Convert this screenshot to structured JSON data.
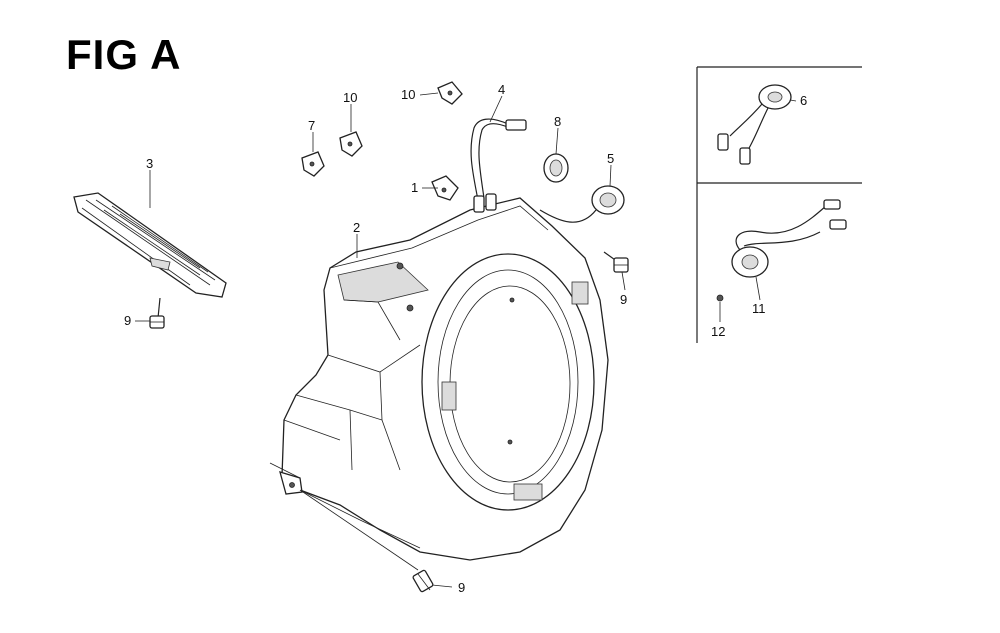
{
  "figure": {
    "title": "FIG A"
  },
  "callouts": {
    "c1": "1",
    "c2": "2",
    "c3": "3",
    "c4": "4",
    "c5": "5",
    "c6": "6",
    "c7": "7",
    "c8": "8",
    "c9a": "9",
    "c9b": "9",
    "c9c": "9",
    "c10a": "10",
    "c10b": "10",
    "c11": "11",
    "c12": "12"
  }
}
